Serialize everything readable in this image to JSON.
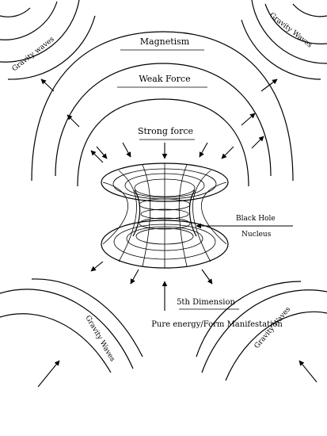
{
  "labels": {
    "magnetism": "Magnetism",
    "weak_force": "Weak Force",
    "strong_force": "Strong force",
    "black_hole": "Black Hole",
    "nucleus": "Nucleus",
    "fifth_dimension": "5th Dimension",
    "pure_energy": "Pure energy/Form Manifestation",
    "gravity_top_left": "Gravity waves",
    "gravity_top_right": "Gravity Waves",
    "gravity_bottom_left": "Gravity Waves",
    "gravity_bottom_right": "Gravity Waves"
  }
}
